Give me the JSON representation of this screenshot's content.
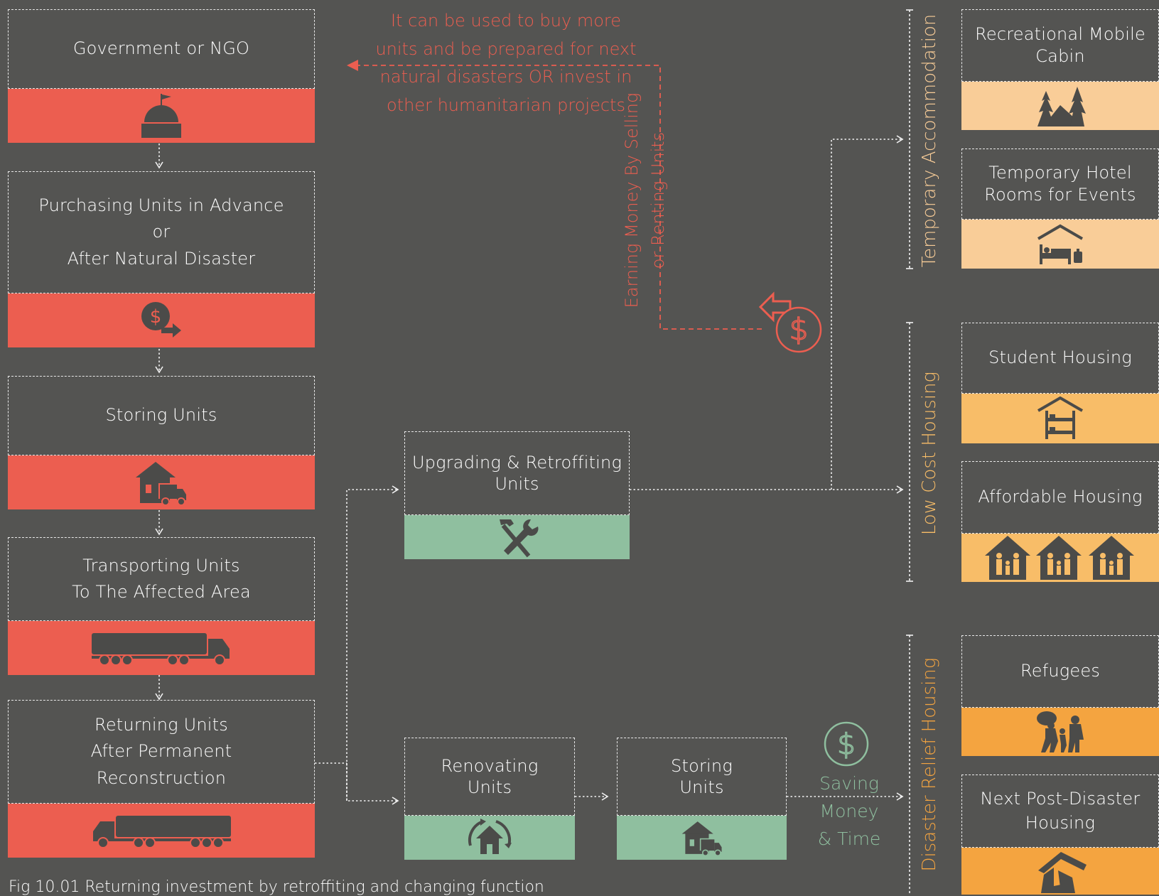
{
  "colors": {
    "background": "#545452",
    "phase_one": "#ec5e50",
    "retrofit": "#8fbf9f",
    "temporary": "#f9cd98",
    "low_cost": "#f8bd68",
    "disaster_relief": "#f4a440",
    "icon": "#4b4b49"
  },
  "lifecycle": {
    "government": {
      "label": "Government or NGO",
      "icon": "government-building-icon"
    },
    "purchasing": {
      "line1": "Purchasing Units in Advance",
      "line2": "or",
      "line3": "After Natural Disaster",
      "icon": "dollar-transfer-icon"
    },
    "storing": {
      "label": "Storing Units",
      "icon": "storage-house-truck-icon"
    },
    "transporting": {
      "line1": "Transporting Units",
      "line2": "To The Affected Area",
      "icon": "semi-truck-icon"
    },
    "returning": {
      "line1": "Returning Units",
      "line2": "After Permanent",
      "line3": "Reconstruction",
      "icon": "truck-return-icon"
    }
  },
  "process": {
    "upgrading": {
      "line1": "Upgrading & Retroffiting",
      "line2": "Units",
      "icon": "hammer-wrench-icon"
    },
    "renovating": {
      "line1": "Renovating",
      "line2": "Units",
      "icon": "renovate-house-icon"
    },
    "storing": {
      "line1": "Storing",
      "line2": "Units",
      "icon": "storage-house-truck-icon"
    }
  },
  "annotations": {
    "reinvest_note": [
      "It can be used to buy more",
      "units and be prepared for next",
      "natural disasters OR invest in",
      "other humanitarian projects"
    ],
    "earning_line1": "Earning Money By Selling",
    "earning_line2": "or Renting Units",
    "saving_line1": "Saving Money",
    "saving_line2": "& Time",
    "caption": "Fig 10.01 Returning investment by retroffiting and changing function"
  },
  "categories": {
    "temporary": {
      "label": "Temporary Accommodation"
    },
    "low_cost": {
      "label": "Low Cost Housing"
    },
    "disaster_relief": {
      "label": "Disaster Relief Housing"
    }
  },
  "uses": {
    "cabin": {
      "line1": "Recreational Mobile",
      "line2": "Cabin",
      "icon": "cabin-trees-icon"
    },
    "hotel": {
      "line1": "Temporary Hotel",
      "line2": "Rooms for Events",
      "icon": "bed-luggage-icon"
    },
    "student": {
      "label": "Student Housing",
      "icon": "bunk-bed-icon"
    },
    "affordable": {
      "label": "Affordable Housing",
      "icon": "family-house-icon"
    },
    "refugees": {
      "label": "Refugees",
      "icon": "refugees-icon"
    },
    "post_disaster": {
      "line1": "Next Post-Disaster",
      "line2": "Housing",
      "icon": "collapsed-house-icon"
    }
  }
}
